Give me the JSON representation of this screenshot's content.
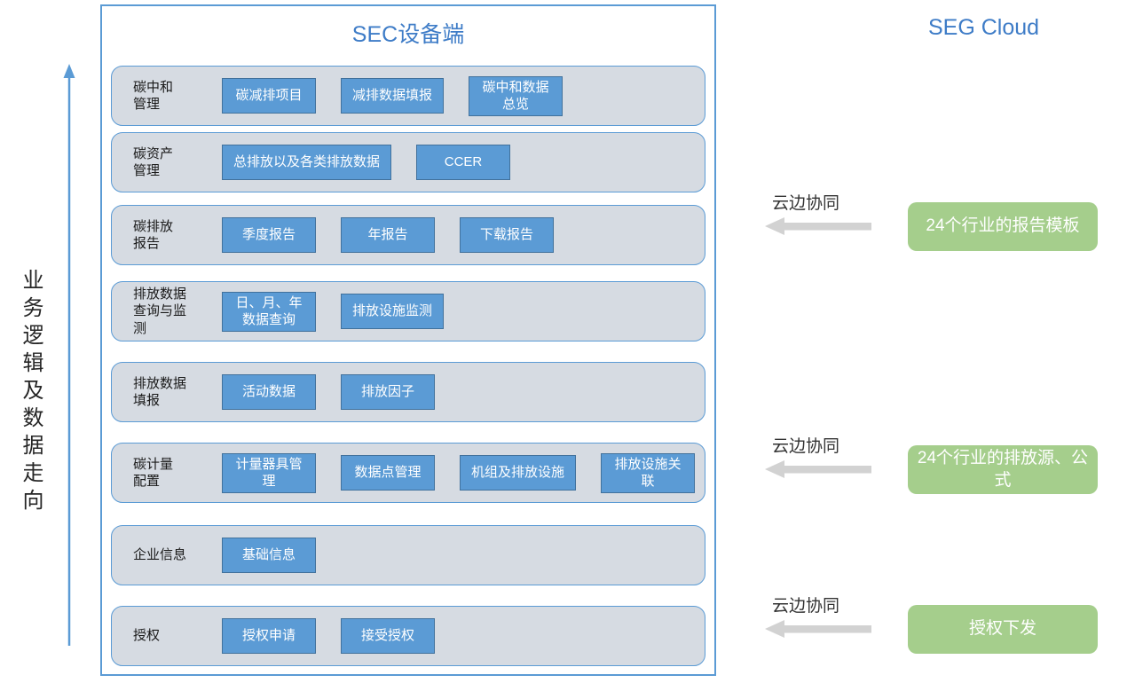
{
  "left": {
    "flow_label": "业务逻辑及数据走向"
  },
  "sec_panel": {
    "title": "SEC设备端",
    "rows": [
      {
        "label": "碳中和\n管理",
        "buttons": [
          "碳减排项目",
          "减排数据填报",
          "碳中和数据\n总览"
        ]
      },
      {
        "label": "碳资产\n管理",
        "buttons": [
          "总排放以及各类排放数据",
          "CCER"
        ]
      },
      {
        "label": "碳排放\n报告",
        "buttons": [
          "季度报告",
          "年报告",
          "下载报告"
        ]
      },
      {
        "label": "排放数据\n查询与监\n测",
        "buttons": [
          "日、月、年\n数据查询",
          "排放设施监测"
        ]
      },
      {
        "label": "排放数据\n填报",
        "buttons": [
          "活动数据",
          "排放因子"
        ]
      },
      {
        "label": "碳计量\n配置",
        "buttons": [
          "计量器具管\n理",
          "数据点管理",
          "机组及排放设施",
          "排放设施关\n联"
        ]
      },
      {
        "label": "企业信息",
        "buttons": [
          "基础信息"
        ]
      },
      {
        "label": "授权",
        "buttons": [
          "授权申请",
          "接受授权"
        ]
      }
    ]
  },
  "seg_cloud": {
    "title": "SEG Cloud",
    "groups": [
      {
        "arrow_label": "云边协同",
        "box": "24个行业的报告模板"
      },
      {
        "arrow_label": "云边协同",
        "box": "24个行业的排放源、公式"
      },
      {
        "arrow_label": "云边协同",
        "box": "授权下发"
      }
    ]
  },
  "colors": {
    "accent_blue": "#5B9BD5",
    "button_fill": "#5B9BD5",
    "button_border": "#41719C",
    "row_fill": "#D6DBE2",
    "green_box": "#A5CE8C",
    "arrow_gray": "#D2D2D2",
    "title_blue": "#3E7CC7",
    "text_dark": "#262626"
  }
}
